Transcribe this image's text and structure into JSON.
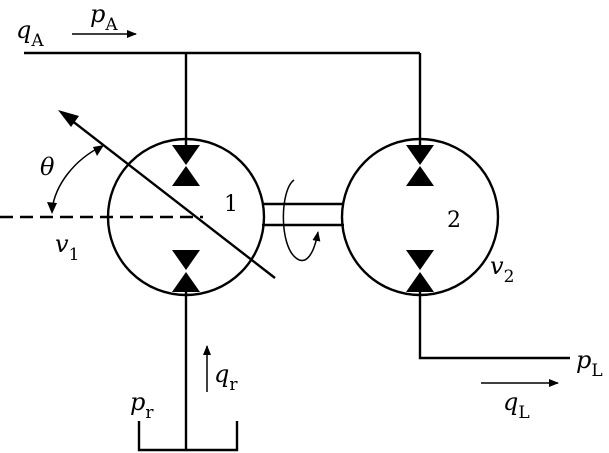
{
  "labels": {
    "q_A": {
      "main": "q",
      "sub": "A"
    },
    "p_A": {
      "main": "p",
      "sub": "A"
    },
    "theta": "θ",
    "v_1": {
      "main": "v",
      "sub": "1"
    },
    "v_2": {
      "main": "v",
      "sub": "2"
    },
    "q_r": {
      "main": "q",
      "sub": "r"
    },
    "p_r": {
      "main": "p",
      "sub": "r"
    },
    "p_L": {
      "main": "p",
      "sub": "L"
    },
    "q_L": {
      "main": "q",
      "sub": "L"
    }
  },
  "units": {
    "unit_1": "1",
    "unit_2": "2"
  }
}
